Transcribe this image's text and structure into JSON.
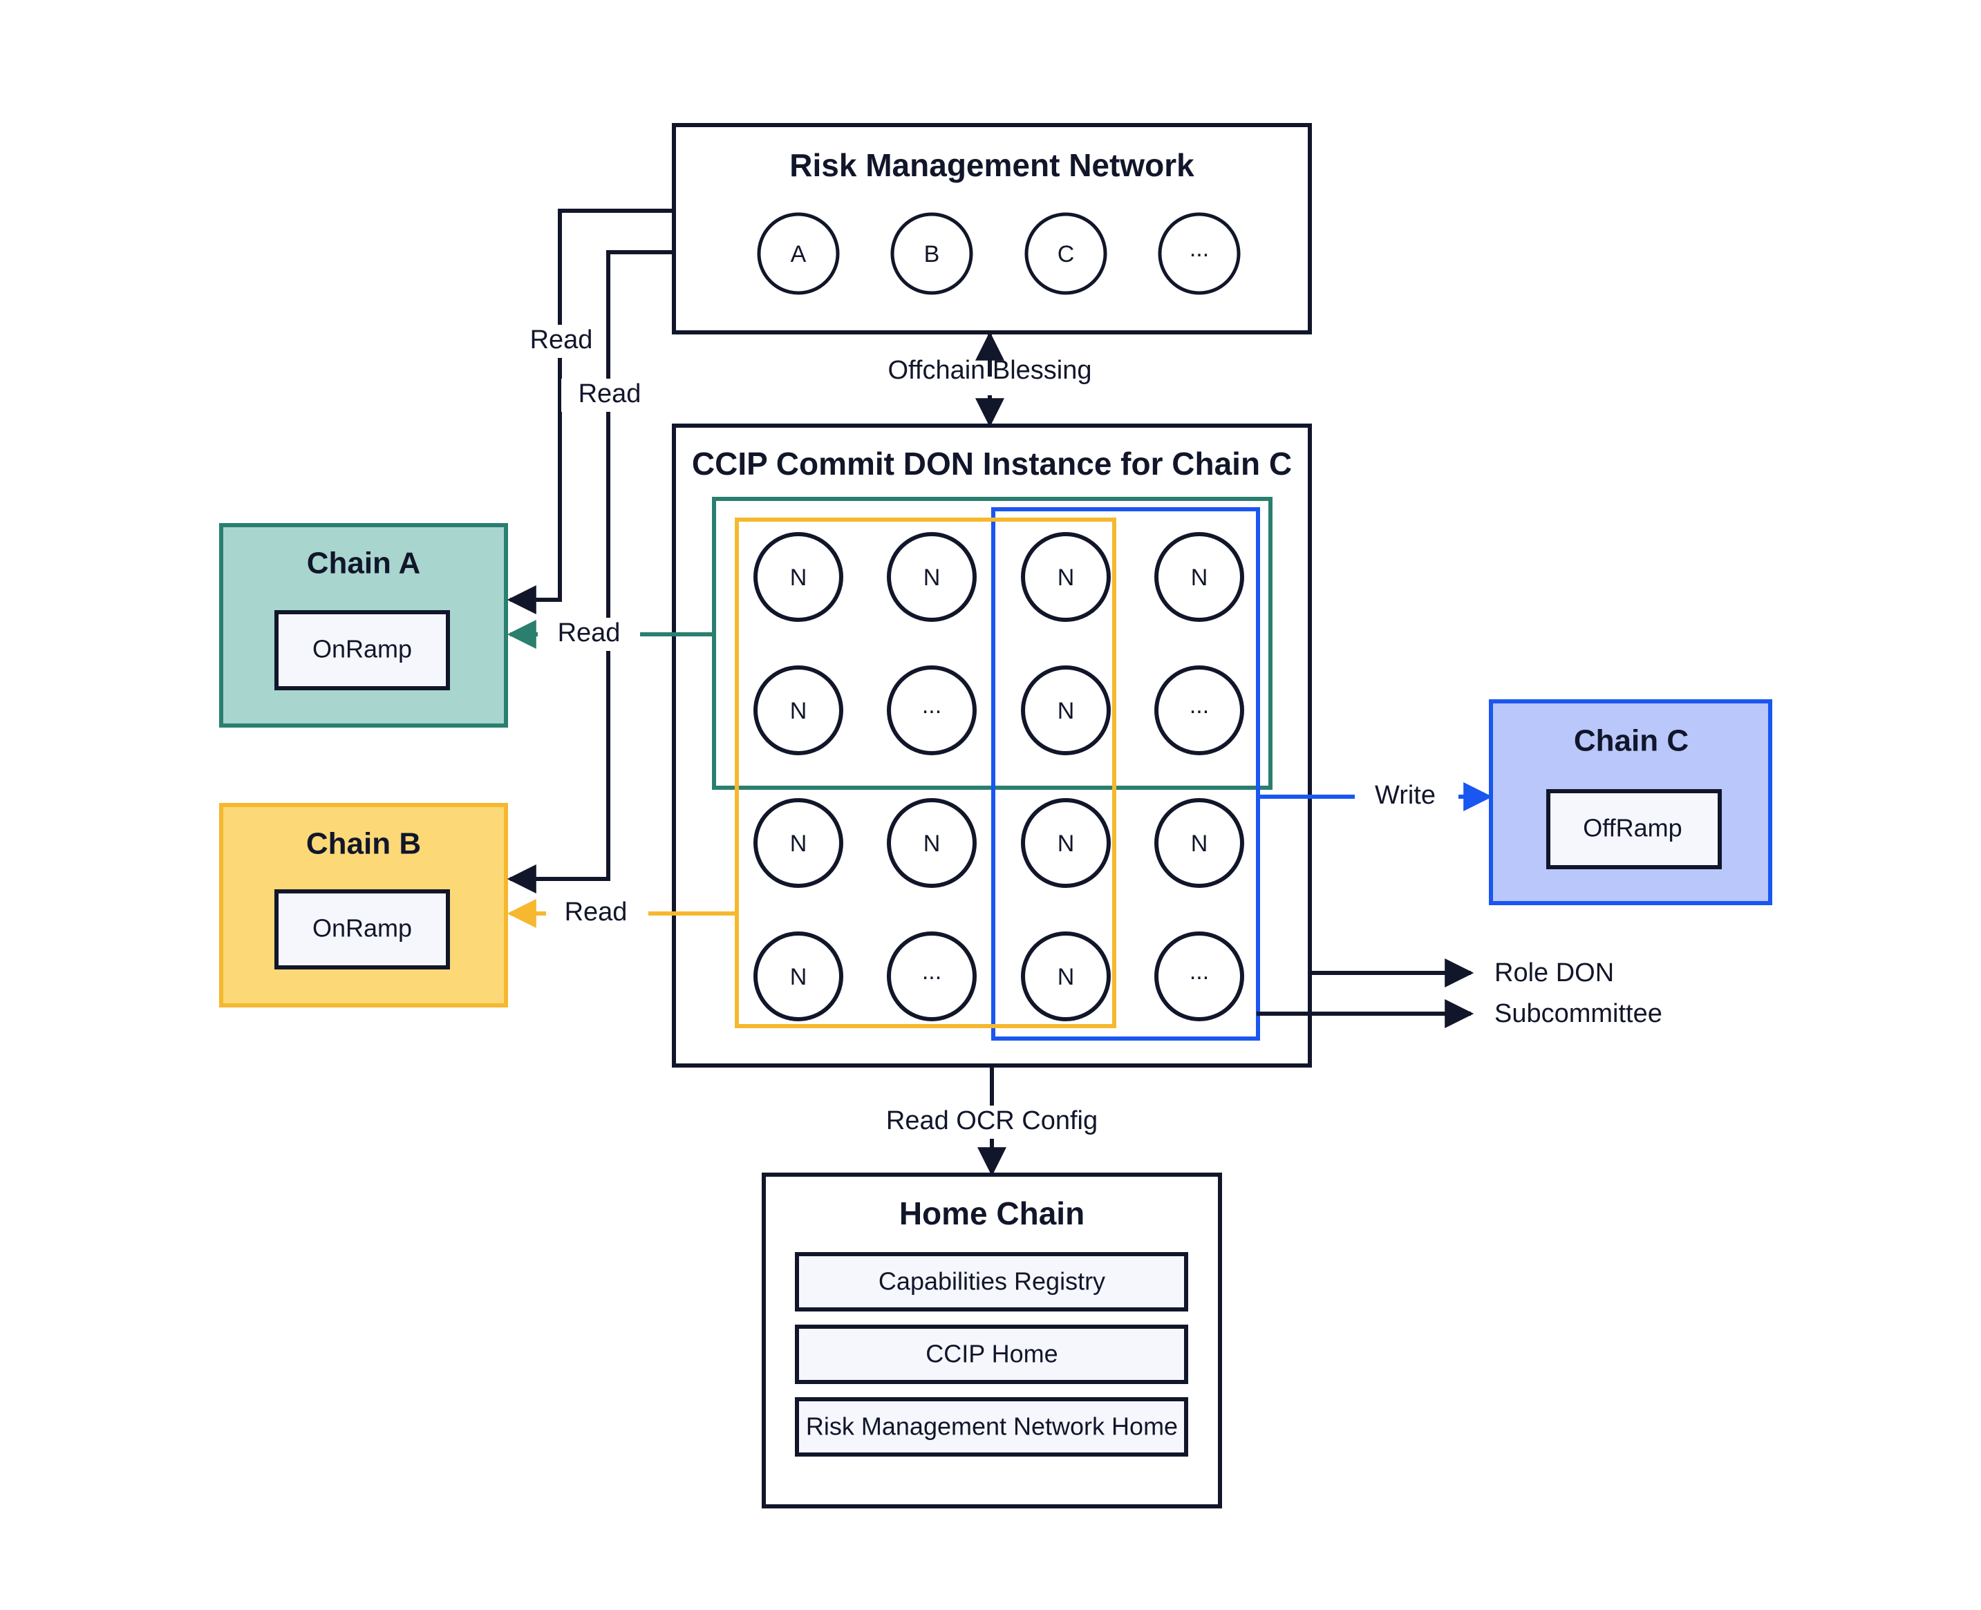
{
  "diagram": {
    "title_hidden": "",
    "colors": {
      "dark": "#11162a",
      "teal": "#2a7f6f",
      "teal_fill": "#a8d5ce",
      "yellow": "#f5b82e",
      "yellow_fill": "#fcd877",
      "blue": "#1a56f0",
      "blue_fill": "#b9c7fb",
      "panel_fill": "#f6f7fd",
      "white": "#ffffff"
    },
    "risk_management_network": {
      "title": "Risk Management Network",
      "nodes": [
        "A",
        "B",
        "C",
        "..."
      ]
    },
    "commit_don": {
      "title": "CCIP Commit DON Instance for Chain C",
      "node_grid": [
        [
          "N",
          "N",
          "N",
          "N"
        ],
        [
          "N",
          "...",
          "N",
          "..."
        ],
        [
          "N",
          "N",
          "N",
          "N"
        ],
        [
          "N",
          "...",
          "N",
          "..."
        ]
      ]
    },
    "chain_a": {
      "title": "Chain A",
      "component": "OnRamp"
    },
    "chain_b": {
      "title": "Chain B",
      "component": "OnRamp"
    },
    "chain_c": {
      "title": "Chain C",
      "component": "OffRamp"
    },
    "home_chain": {
      "title": "Home Chain",
      "components": [
        "Capabilities Registry",
        "CCIP Home",
        "Risk Management Network Home"
      ]
    },
    "edges": {
      "read_a_black": "Read",
      "read_b_black": "Read",
      "read_a_teal": "Read",
      "read_b_yellow": "Read",
      "offchain_blessing": "Offchain Blessing",
      "write_chain_c": "Write",
      "read_ocr_config": "Read OCR Config"
    },
    "legend": {
      "role_don": "Role DON",
      "subcommittee": "Subcommittee"
    }
  }
}
